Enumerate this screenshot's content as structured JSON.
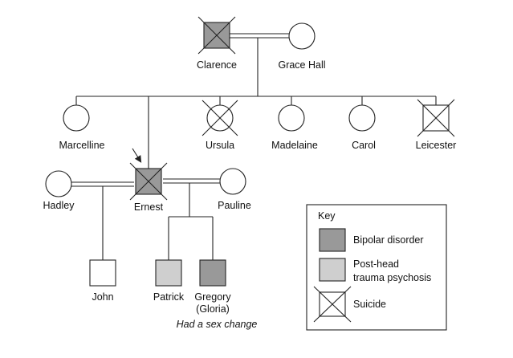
{
  "colors": {
    "bipolar": "#999999",
    "psychosis": "#cfcfcf",
    "none": "#ffffff",
    "line": "#222222"
  },
  "people": {
    "clarence": {
      "label": "Clarence",
      "sex": "male",
      "condition": "bipolar",
      "suicide": true
    },
    "grace": {
      "label": "Grace Hall",
      "sex": "female",
      "condition": "none",
      "suicide": false
    },
    "marcelline": {
      "label": "Marcelline",
      "sex": "female",
      "condition": "none",
      "suicide": false
    },
    "ursula": {
      "label": "Ursula",
      "sex": "female",
      "condition": "none",
      "suicide": true
    },
    "madelaine": {
      "label": "Madelaine",
      "sex": "female",
      "condition": "none",
      "suicide": false
    },
    "carol": {
      "label": "Carol",
      "sex": "female",
      "condition": "none",
      "suicide": false
    },
    "leicester": {
      "label": "Leicester",
      "sex": "male",
      "condition": "none",
      "suicide": true
    },
    "hadley": {
      "label": "Hadley",
      "sex": "female",
      "condition": "none",
      "suicide": false
    },
    "ernest": {
      "label": "Ernest",
      "sex": "male",
      "condition": "bipolar",
      "suicide": true,
      "proband": true
    },
    "pauline": {
      "label": "Pauline",
      "sex": "female",
      "condition": "none",
      "suicide": false
    },
    "john": {
      "label": "John",
      "sex": "male",
      "condition": "none",
      "suicide": false
    },
    "patrick": {
      "label": "Patrick",
      "sex": "male",
      "condition": "psychosis",
      "suicide": false
    },
    "gregory": {
      "label": "Gregory",
      "label2": "(Gloria)",
      "note": "Had a sex change",
      "sex": "male",
      "condition": "bipolar",
      "suicide": false
    }
  },
  "key": {
    "title": "Key",
    "bipolar": "Bipolar disorder",
    "psychosis_line1": "Post-head",
    "psychosis_line2": "trauma psychosis",
    "suicide": "Suicide"
  }
}
